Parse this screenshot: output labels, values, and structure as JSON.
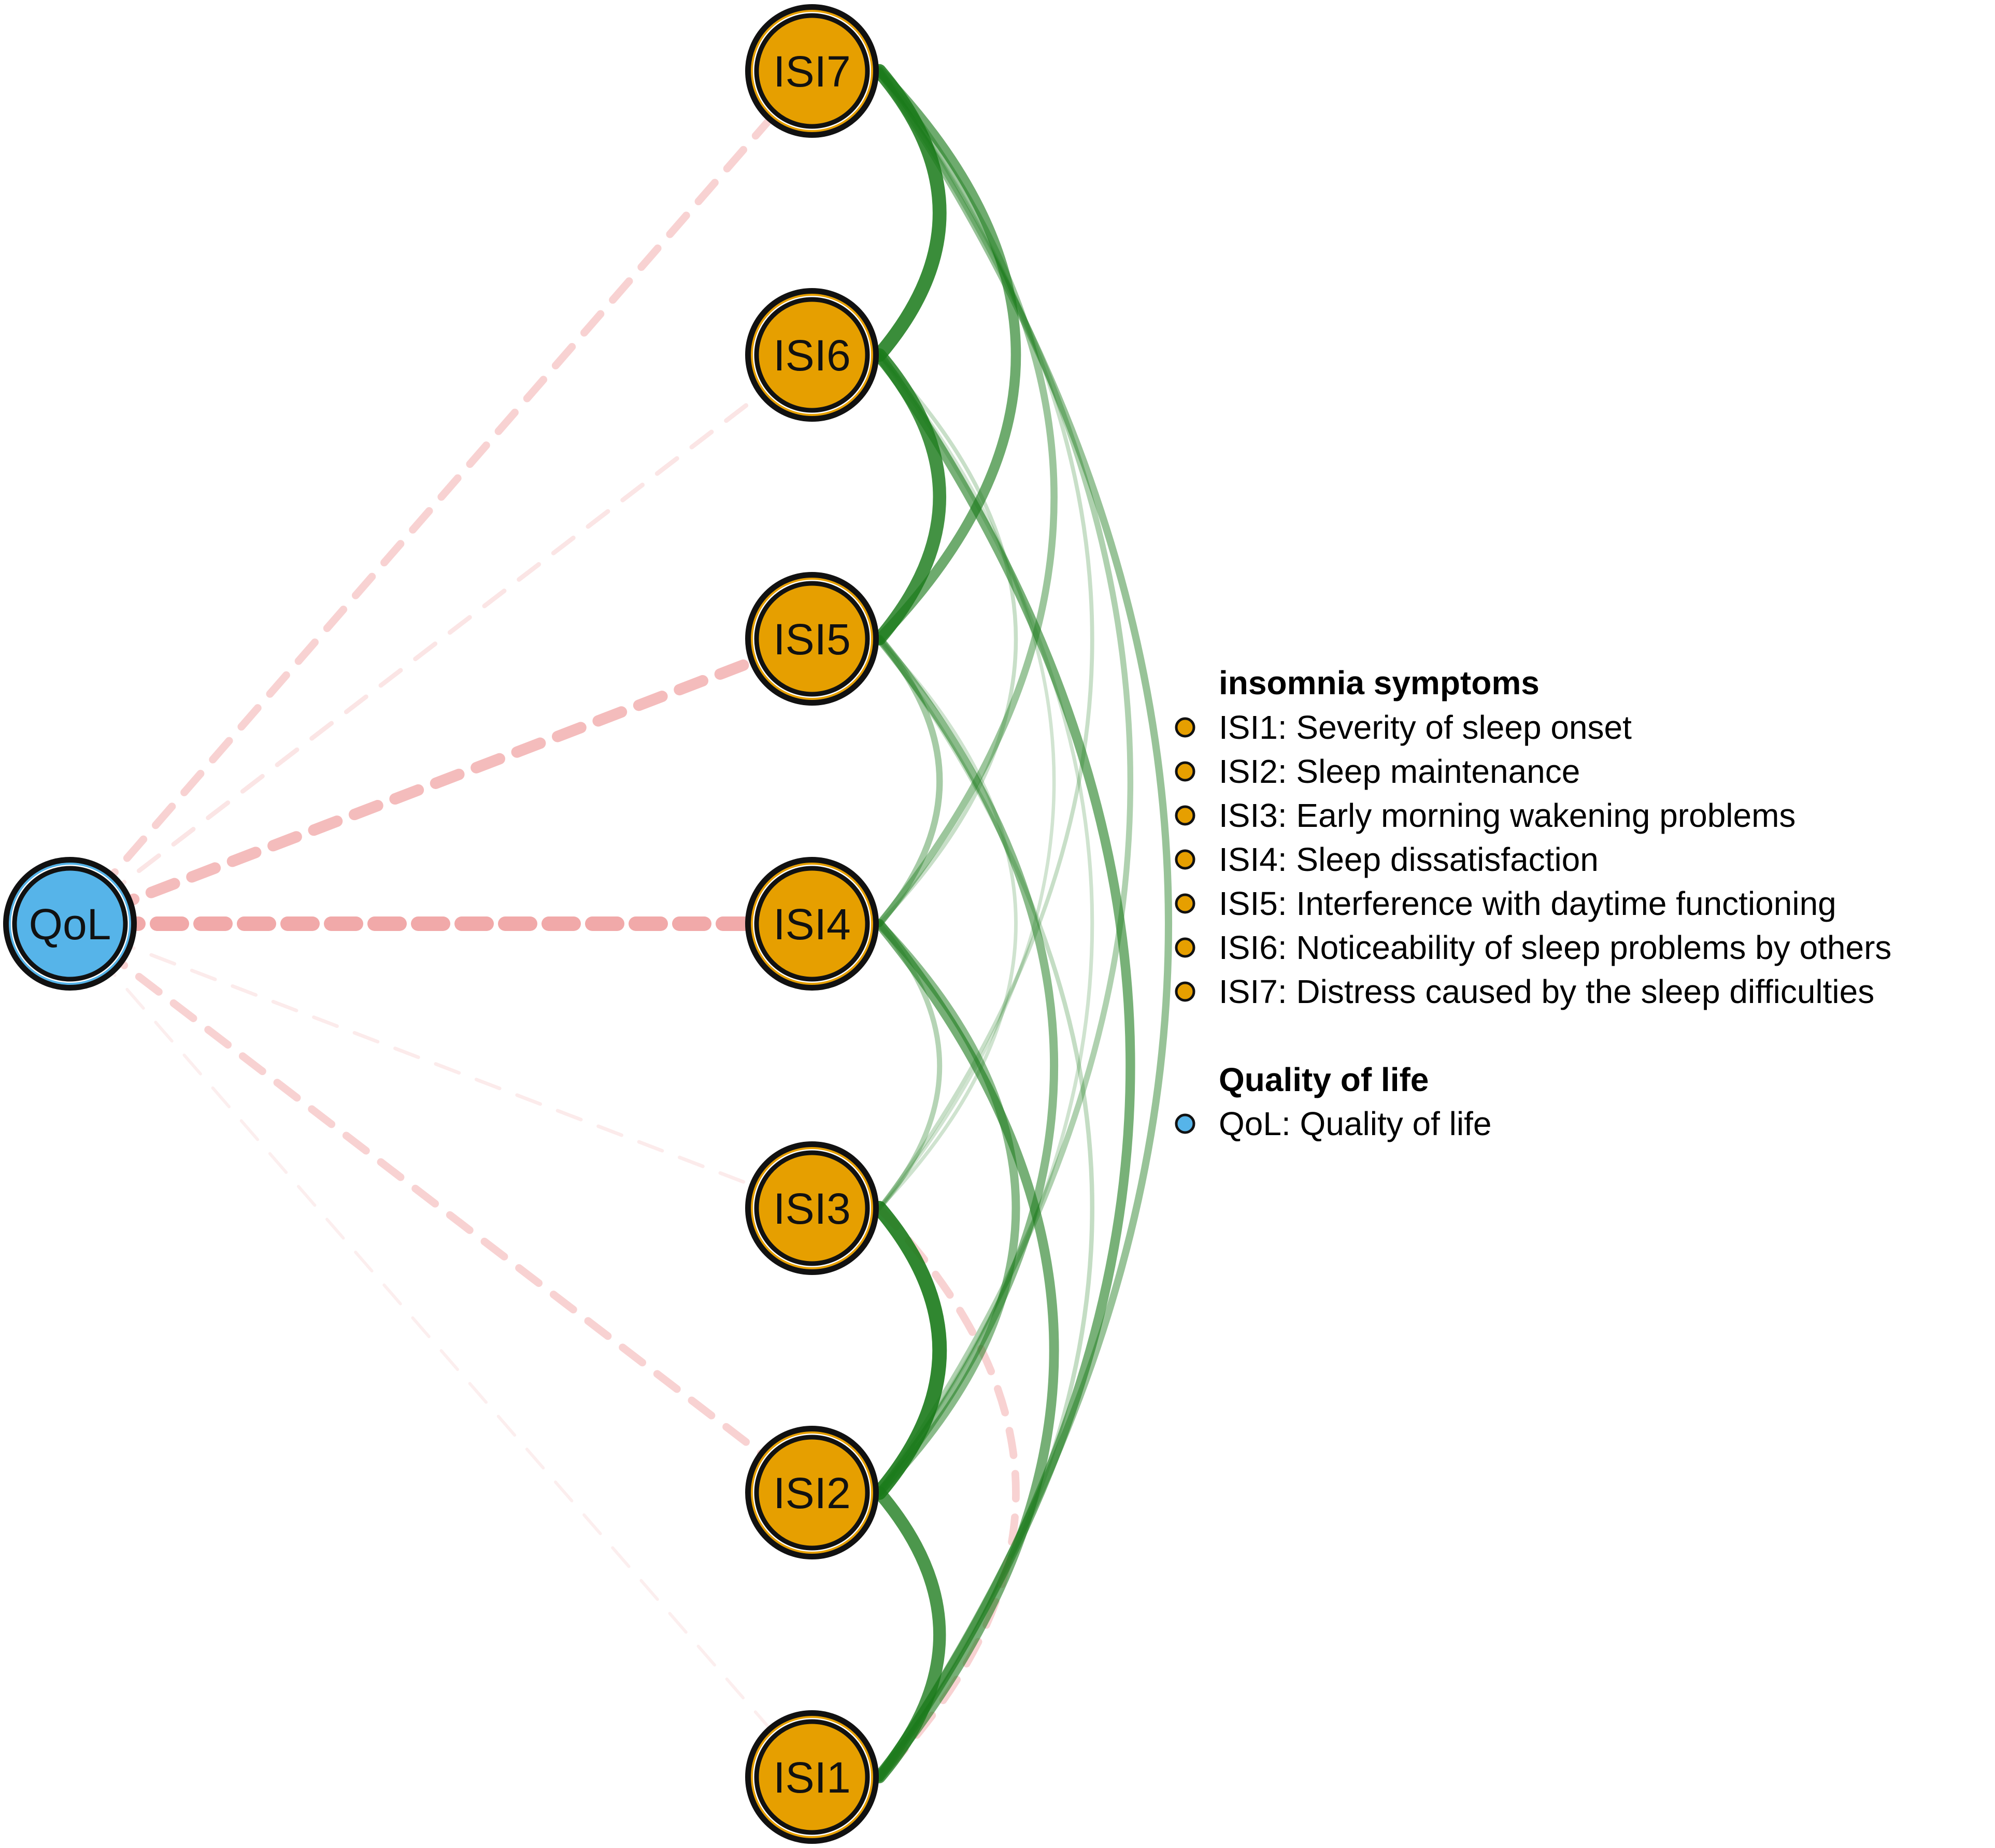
{
  "colors": {
    "insomnia_node": "#E69F00",
    "qol_node": "#56B4E9",
    "positive_edge": "#1a7a1a",
    "negative_edge": "#f0a0a0",
    "background": "#ffffff"
  },
  "nodes": [
    {
      "id": "ISI7",
      "label": "ISI7",
      "group": "insomnia"
    },
    {
      "id": "ISI6",
      "label": "ISI6",
      "group": "insomnia"
    },
    {
      "id": "ISI5",
      "label": "ISI5",
      "group": "insomnia"
    },
    {
      "id": "ISI4",
      "label": "ISI4",
      "group": "insomnia"
    },
    {
      "id": "ISI3",
      "label": "ISI3",
      "group": "insomnia"
    },
    {
      "id": "ISI2",
      "label": "ISI2",
      "group": "insomnia"
    },
    {
      "id": "ISI1",
      "label": "ISI1",
      "group": "insomnia"
    },
    {
      "id": "QoL",
      "label": "QoL",
      "group": "qol"
    }
  ],
  "edges": [
    {
      "from": "ISI7",
      "to": "ISI6",
      "sign": "positive",
      "weight": 0.95
    },
    {
      "from": "ISI7",
      "to": "ISI5",
      "sign": "positive",
      "weight": 0.65
    },
    {
      "from": "ISI7",
      "to": "ISI4",
      "sign": "positive",
      "weight": 0.4
    },
    {
      "from": "ISI7",
      "to": "ISI3",
      "sign": "positive",
      "weight": 0.15
    },
    {
      "from": "ISI7",
      "to": "ISI2",
      "sign": "positive",
      "weight": 0.3
    },
    {
      "from": "ISI7",
      "to": "ISI1",
      "sign": "positive",
      "weight": 0.42
    },
    {
      "from": "ISI6",
      "to": "ISI5",
      "sign": "positive",
      "weight": 0.9
    },
    {
      "from": "ISI6",
      "to": "ISI4",
      "sign": "positive",
      "weight": 0.15
    },
    {
      "from": "ISI6",
      "to": "ISI3",
      "sign": "positive",
      "weight": 0.1
    },
    {
      "from": "ISI6",
      "to": "ISI2",
      "sign": "positive",
      "weight": 0.12
    },
    {
      "from": "ISI6",
      "to": "ISI1",
      "sign": "positive",
      "weight": 0.6
    },
    {
      "from": "ISI5",
      "to": "ISI4",
      "sign": "positive",
      "weight": 0.35
    },
    {
      "from": "ISI5",
      "to": "ISI3",
      "sign": "positive",
      "weight": 0.12
    },
    {
      "from": "ISI5",
      "to": "ISI2",
      "sign": "positive",
      "weight": 0.5
    },
    {
      "from": "ISI5",
      "to": "ISI1",
      "sign": "positive",
      "weight": 0.18
    },
    {
      "from": "ISI4",
      "to": "ISI3",
      "sign": "positive",
      "weight": 0.25
    },
    {
      "from": "ISI4",
      "to": "ISI2",
      "sign": "positive",
      "weight": 0.5
    },
    {
      "from": "ISI4",
      "to": "ISI1",
      "sign": "positive",
      "weight": 0.62
    },
    {
      "from": "ISI3",
      "to": "ISI2",
      "sign": "positive",
      "weight": 1.0
    },
    {
      "from": "ISI2",
      "to": "ISI1",
      "sign": "positive",
      "weight": 0.85
    },
    {
      "from": "QoL",
      "to": "ISI7",
      "sign": "negative",
      "weight": 0.45
    },
    {
      "from": "QoL",
      "to": "ISI6",
      "sign": "negative",
      "weight": 0.2
    },
    {
      "from": "QoL",
      "to": "ISI5",
      "sign": "negative",
      "weight": 0.75
    },
    {
      "from": "QoL",
      "to": "ISI4",
      "sign": "negative",
      "weight": 1.0
    },
    {
      "from": "QoL",
      "to": "ISI3",
      "sign": "negative",
      "weight": 0.12
    },
    {
      "from": "QoL",
      "to": "ISI2",
      "sign": "negative",
      "weight": 0.45
    },
    {
      "from": "QoL",
      "to": "ISI1",
      "sign": "negative",
      "weight": 0.08
    },
    {
      "from": "ISI3",
      "to": "ISI1",
      "sign": "negative",
      "weight": 0.45
    }
  ],
  "legend": {
    "groups": [
      {
        "title": "insomnia symptoms",
        "color": "#E69F00",
        "items": [
          "ISI1: Severity of sleep onset",
          "ISI2: Sleep maintenance",
          "ISI3: Early morning wakening problems",
          "ISI4: Sleep dissatisfaction",
          "ISI5: Interference with daytime functioning",
          "ISI6: Noticeability of sleep problems by others",
          "ISI7: Distress caused by the sleep difficulties"
        ]
      },
      {
        "title": "Quality of life",
        "color": "#56B4E9",
        "items": [
          "QoL: Quality of life"
        ]
      }
    ]
  }
}
